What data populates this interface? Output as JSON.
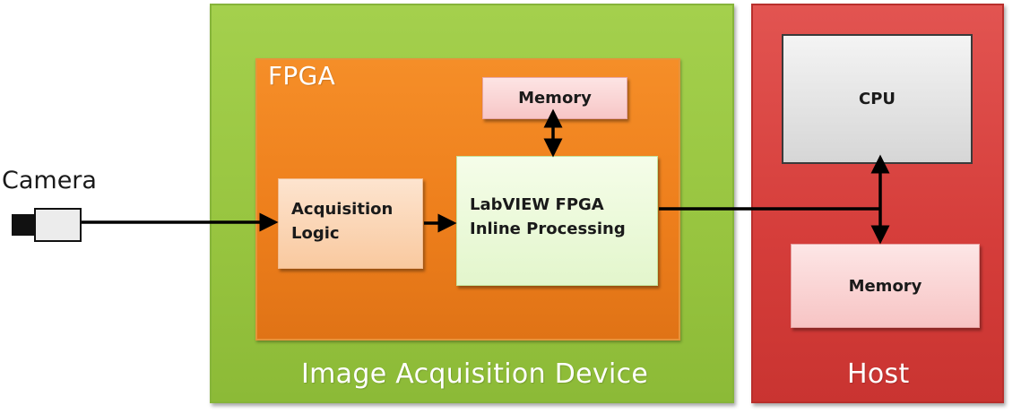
{
  "diagram": {
    "device": {
      "label": "Image Acquisition Device"
    },
    "host": {
      "label": "Host"
    },
    "fpga": {
      "label": "FPGA"
    },
    "fpga_memory": {
      "label": "Memory"
    },
    "acquisition_logic": {
      "line1": "Acquisition",
      "line2": "Logic"
    },
    "labview_fpga": {
      "line1": "LabVIEW FPGA",
      "line2": "Inline Processing"
    },
    "cpu": {
      "label": "CPU"
    },
    "host_memory": {
      "label": "Memory"
    },
    "camera": {
      "label": "Camera"
    }
  }
}
